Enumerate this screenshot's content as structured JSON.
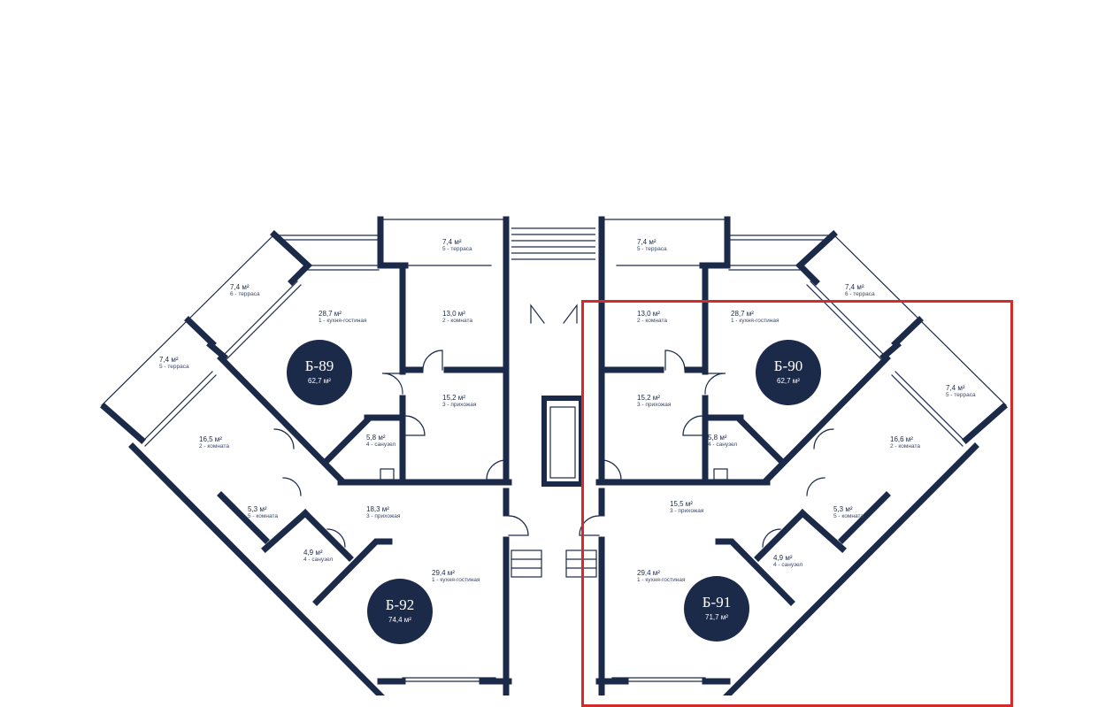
{
  "colors": {
    "wall": "#1c2a4a",
    "selection": "#d42a2a"
  },
  "units": [
    {
      "name": "Б-89",
      "area": "62,7 м²",
      "rooms": [
        {
          "area": "28,7 м²",
          "label": "1 - кухня-гостиная"
        },
        {
          "area": "13,0 м²",
          "label": "2 - комната"
        },
        {
          "area": "15,2 м²",
          "label": "3 - прихожая"
        },
        {
          "area": "5,8 м²",
          "label": "4 - санузел"
        },
        {
          "area": "7,4 м²",
          "label": "5 - терраса"
        },
        {
          "area": "7,4 м²",
          "label": "6 - терраса"
        }
      ]
    },
    {
      "name": "Б-90",
      "area": "62,7 м²",
      "rooms": [
        {
          "area": "28,7 м²",
          "label": "1 - кухня-гостиная"
        },
        {
          "area": "13,0 м²",
          "label": "2 - комната"
        },
        {
          "area": "15,2 м²",
          "label": "3 - прихожая"
        },
        {
          "area": "5,8 м²",
          "label": "4 - санузел"
        },
        {
          "area": "7,4 м²",
          "label": "5 - терраса"
        },
        {
          "area": "7,4 м²",
          "label": "6 - терраса"
        }
      ]
    },
    {
      "name": "Б-92",
      "area": "74,4 м²",
      "rooms": [
        {
          "area": "29,4 м²",
          "label": "1 - кухня-гостиная"
        },
        {
          "area": "16,5 м²",
          "label": "2 - комната"
        },
        {
          "area": "18,3 м²",
          "label": "3 - прихожая"
        },
        {
          "area": "4,9 м²",
          "label": "4 - санузел"
        },
        {
          "area": "5,3 м²",
          "label": "5 - комната"
        },
        {
          "area": "7,4 м²",
          "label": "5 - терраса"
        }
      ]
    },
    {
      "name": "Б-91",
      "area": "71,7 м²",
      "rooms": [
        {
          "area": "29,4 м²",
          "label": "1 - кухня-гостиная"
        },
        {
          "area": "16,6 м²",
          "label": "2 - комната"
        },
        {
          "area": "15,5 м²",
          "label": "3 - прихожая"
        },
        {
          "area": "4,9 м²",
          "label": "4 - санузел"
        },
        {
          "area": "5,3 м²",
          "label": "5 - комната"
        },
        {
          "area": "7,4 м²",
          "label": "5 - терраса"
        }
      ]
    }
  ]
}
